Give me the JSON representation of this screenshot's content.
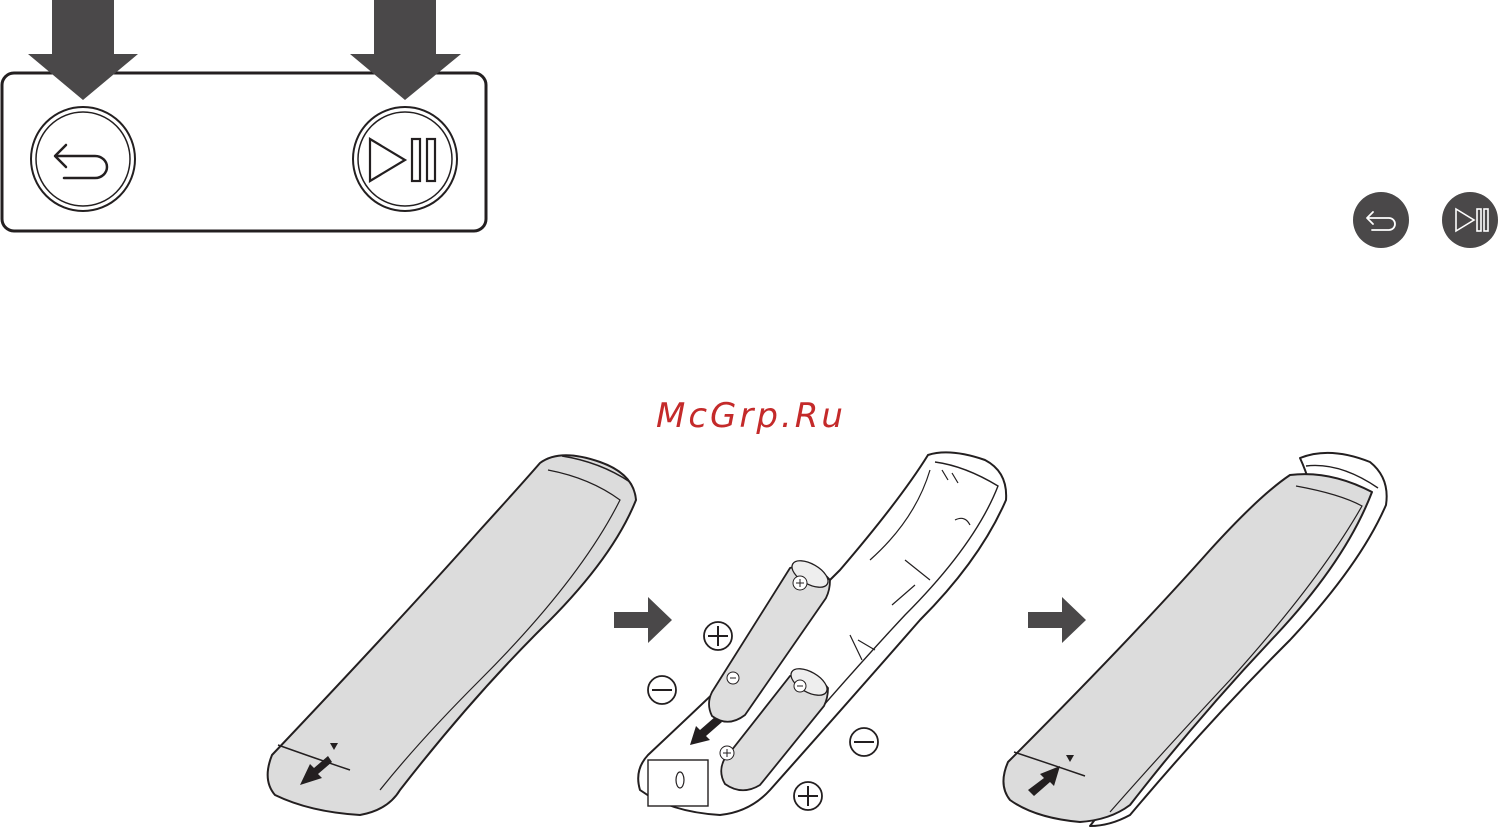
{
  "watermark": {
    "text": "McGrp.Ru",
    "color": "#c42a2a"
  },
  "colors": {
    "arrow": "#4a4849",
    "outline": "#231f20",
    "remote_fill": "#dcdcdc",
    "battery_fill": "#dedede",
    "button_fill": "#4a4849",
    "background": "#ffffff"
  },
  "button_panel": {
    "buttons": [
      {
        "name": "return-button",
        "icon": "return-arrow-icon"
      },
      {
        "name": "play-pause-button",
        "icon": "play-pause-icon"
      }
    ]
  },
  "legend_icons": [
    {
      "name": "return-icon"
    },
    {
      "name": "play-pause-icon"
    }
  ],
  "steps": [
    {
      "name": "remote-cover-closed",
      "action": "slide-cover-open"
    },
    {
      "name": "remote-battery-compartment",
      "batteries": 2
    },
    {
      "name": "remote-cover-replaced",
      "action": "slide-cover-closed"
    }
  ],
  "polarity": {
    "positive_symbol": "+",
    "negative_symbol": "−"
  }
}
